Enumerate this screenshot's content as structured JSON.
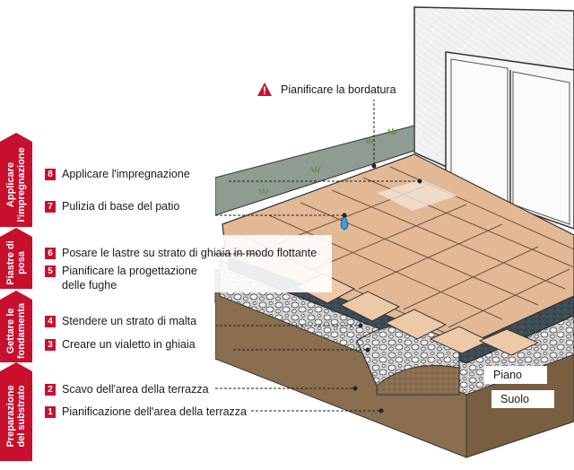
{
  "colors": {
    "accent": "#c8102e",
    "paver": "#e3b895",
    "gravel": "#c9c9c9",
    "mortar": "#3d4a52",
    "soil": "#8b6e4f",
    "grass": "#4f9a3a"
  },
  "warning": {
    "icon": "warning-triangle-icon",
    "label": "Pianificare la bordatura"
  },
  "phases": [
    {
      "label": "Applicare\nl'impregnazione"
    },
    {
      "label": "Piastre di\nposa"
    },
    {
      "label": "Gettare le\nfondamenta"
    },
    {
      "label": "Preparazione\ndel substrato"
    }
  ],
  "steps": [
    {
      "num": "8",
      "text": "Applicare l'impregnazione"
    },
    {
      "num": "7",
      "text": "Pulizia di base del patio"
    },
    {
      "num": "6",
      "text": "Posare le lastre su strato di ghiaia in modo flottante"
    },
    {
      "num": "5",
      "text": "Pianificare la progettazione delle fughe"
    },
    {
      "num": "4",
      "text": "Stendere un strato di malta"
    },
    {
      "num": "3",
      "text": "Creare un vialetto in ghiaia"
    },
    {
      "num": "2",
      "text": "Scavo dell'area della terrazza"
    },
    {
      "num": "1",
      "text": "Pianificazione dell'area della terrazza"
    }
  ],
  "callouts": {
    "piano": "Piano",
    "suolo": "Suolo"
  }
}
